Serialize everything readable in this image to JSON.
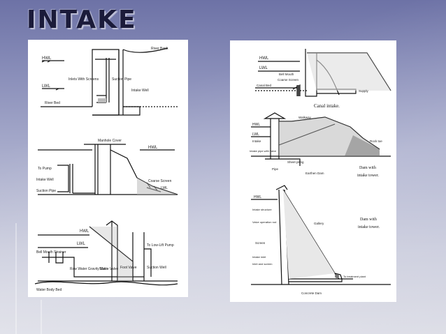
{
  "slide": {
    "title": "INTAKE"
  },
  "left_panel": {
    "river_intake": {
      "river_bank": "River Bank",
      "hwl": "HWL",
      "lwl": "LWL",
      "inlets_with_screens": "Inlets With Screens",
      "suction_pipe": "Suction Pipe",
      "intake_well": "Intake Well",
      "river_bed": "River Bed"
    },
    "reservoir_intake": {
      "manhole_cover": "Manhole Cover",
      "hwl": "HWL",
      "to_pump": "To Pump",
      "intake_well": "Intake Well",
      "suction_pipe": "Suction Pipe",
      "coarse_screen": "Coarse Screen",
      "lwl": "LWL"
    },
    "lake_intake": {
      "hwl": "HWL",
      "lwl": "LWL",
      "bell_mouth_strainer": "Bell Mouth Strainer",
      "raw_water_gravity_main": "Raw Water Gravity Main",
      "sluice_valve": "Sluice Valve",
      "foot_valve": "Foot Valve",
      "to_low_lift_pump": "To Low-Lift Pump",
      "suction_well": "Suction Well",
      "water_body_bed": "Water Body Bed"
    }
  },
  "right_panel": {
    "canal_intake": {
      "hwl": "HWL",
      "lwl": "LWL",
      "bell_mouth": "Bell Mouth",
      "coarse_screen": "Coarse Screen",
      "canal_bed": "Canal Bed",
      "supply": "Supply",
      "caption": "Canal intake."
    },
    "earthen_dam": {
      "walkway": "Walkway",
      "hwl": "HWL",
      "lwl": "LWL",
      "intake": "Intake",
      "rock_toe": "Rock toe",
      "intake_pipe": "Intake pipe with valve",
      "sheet_piling": "Sheet piling",
      "pipe": "Pipe",
      "dam_label": "Earthen Dam",
      "caption_line1": "Dam with",
      "caption_line2": "intake tower."
    },
    "concrete_dam": {
      "hwl": "HWL",
      "intake_structure": "Intake structure",
      "valve_operation": "Valve operation rod",
      "gallery": "Gallery",
      "screen": "Screen",
      "intake_inlet": "Intake inlet",
      "inlet_and_screen": "Inlet and screen",
      "to_treatment": "To treatment plant",
      "dam_label": "Concrete Dam",
      "caption_line1": "Dam with",
      "caption_line2": "intake tower."
    }
  }
}
